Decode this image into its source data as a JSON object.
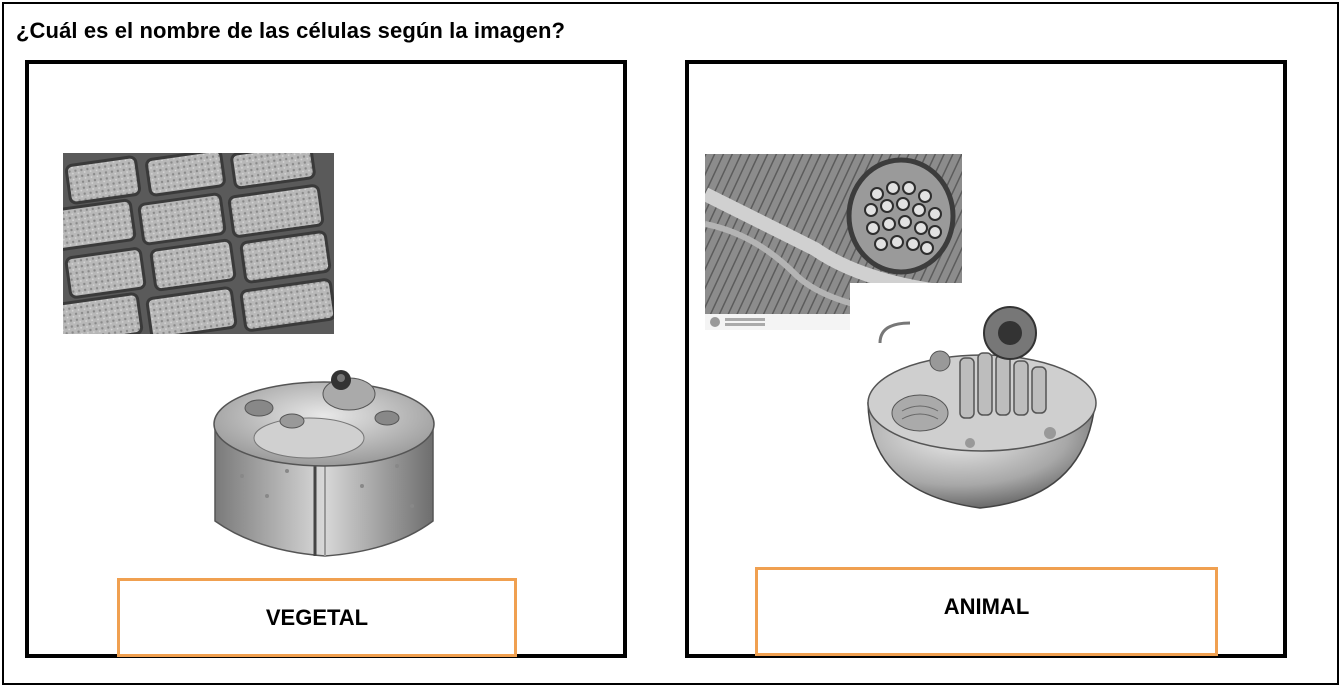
{
  "question": "¿Cuál es el nombre de las células según la imagen?",
  "panels": {
    "left": {
      "answer": "VEGETAL",
      "micrograph_icon": "plant-tissue-micrograph",
      "illustration_icon": "plant-cell-illustration"
    },
    "right": {
      "answer": "ANIMAL",
      "micrograph_icon": "animal-tissue-micrograph",
      "illustration_icon": "animal-cell-illustration"
    }
  },
  "colors": {
    "border": "#000000",
    "answer_border": "#f0a050"
  }
}
